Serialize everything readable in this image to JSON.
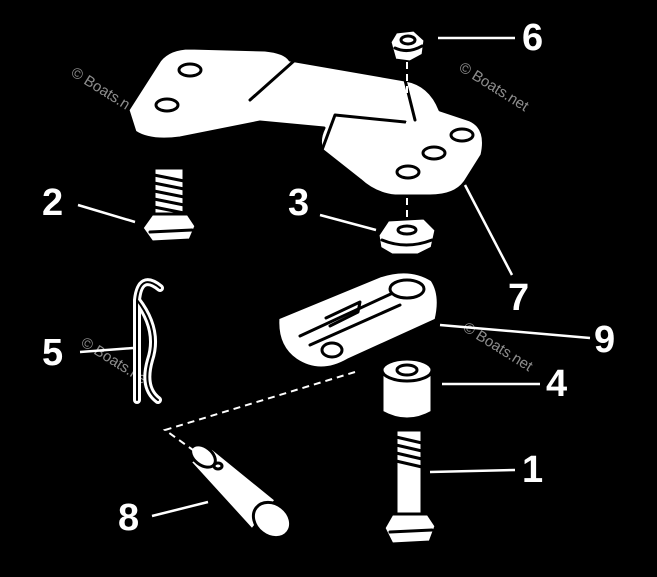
{
  "watermark_text": "© Boats.net",
  "callouts": {
    "c1": "1",
    "c2": "2",
    "c3": "3",
    "c4": "4",
    "c5": "5",
    "c6": "6",
    "c7": "7",
    "c8": "8",
    "c9": "9"
  },
  "colors": {
    "background": "#000000",
    "linework": "#ffffff",
    "part_fill": "#ffffff",
    "outline": "#000000"
  }
}
